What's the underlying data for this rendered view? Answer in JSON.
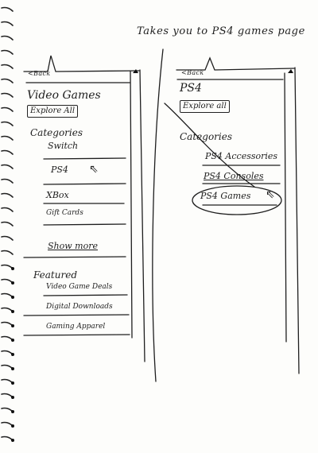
{
  "annotation": "Takes you to PS4 games page",
  "left_screen": {
    "back_label": "<Back",
    "page_title": "Video Games",
    "explore_button": "Explore All",
    "categories_heading": "Categories",
    "categories": [
      "Switch",
      "PS4",
      "XBox",
      "Gift Cards"
    ],
    "show_more": "Show more",
    "featured_heading": "Featured",
    "featured": [
      "Video Game Deals",
      "Digital Downloads",
      "Gaming Apparel"
    ]
  },
  "right_screen": {
    "back_label": "<Back",
    "page_title": "PS4",
    "explore_button": "Explore all",
    "categories_heading": "Categories",
    "categories": [
      "PS4 Accessories",
      "PS4 Consoles",
      "PS4 Games"
    ]
  },
  "icons": {
    "cursor": "arrow-cursor-icon",
    "scrollbar": "scroll-up-arrow-icon",
    "notch": "caret-notch-icon"
  }
}
